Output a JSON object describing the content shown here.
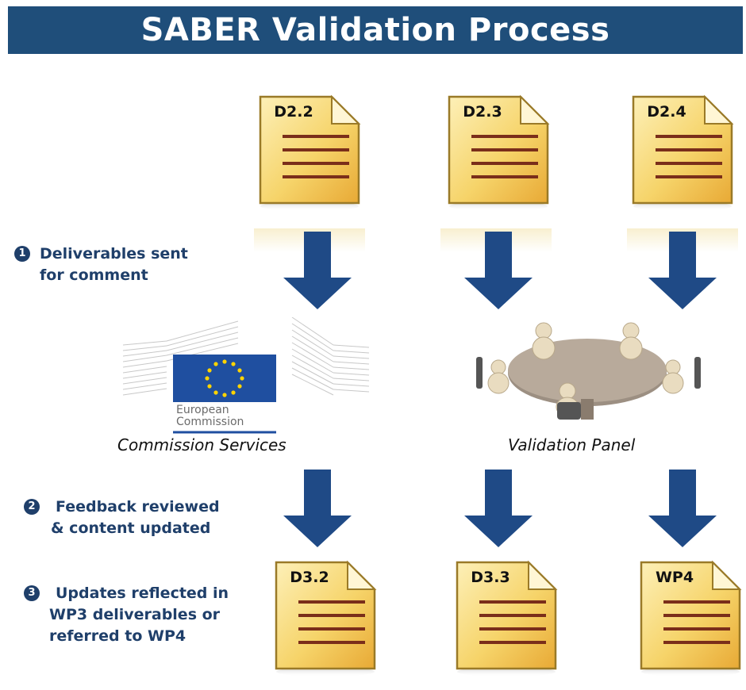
{
  "title": "SABER Validation Process",
  "colors": {
    "title_bar": "#1f4e7a",
    "arrow": "#1f4a86",
    "step_text": "#1f3f6a",
    "document_fill": "#f6d46a",
    "document_lines": "#7a2e1a"
  },
  "top_documents": [
    {
      "label": "D2.2"
    },
    {
      "label": "D2.3"
    },
    {
      "label": "D2.4"
    }
  ],
  "bottom_documents": [
    {
      "label": "D3.2"
    },
    {
      "label": "D3.3"
    },
    {
      "label": "WP4"
    }
  ],
  "steps": [
    {
      "number": "1",
      "lines": [
        "Deliverables sent",
        "for comment"
      ]
    },
    {
      "number": "2",
      "lines": [
        "Feedback reviewed",
        "& content updated"
      ]
    },
    {
      "number": "3",
      "lines": [
        "Updates reflected in",
        "WP3 deliverables or",
        "referred to WP4"
      ]
    }
  ],
  "reviewers": {
    "commission": {
      "caption": "Commission Services",
      "logo_lines": [
        "European",
        "Commission"
      ]
    },
    "panel": {
      "caption": "Validation Panel"
    }
  },
  "icons": [
    "document-icon",
    "down-arrow-icon",
    "eu-flag-icon",
    "meeting-table-icon"
  ]
}
